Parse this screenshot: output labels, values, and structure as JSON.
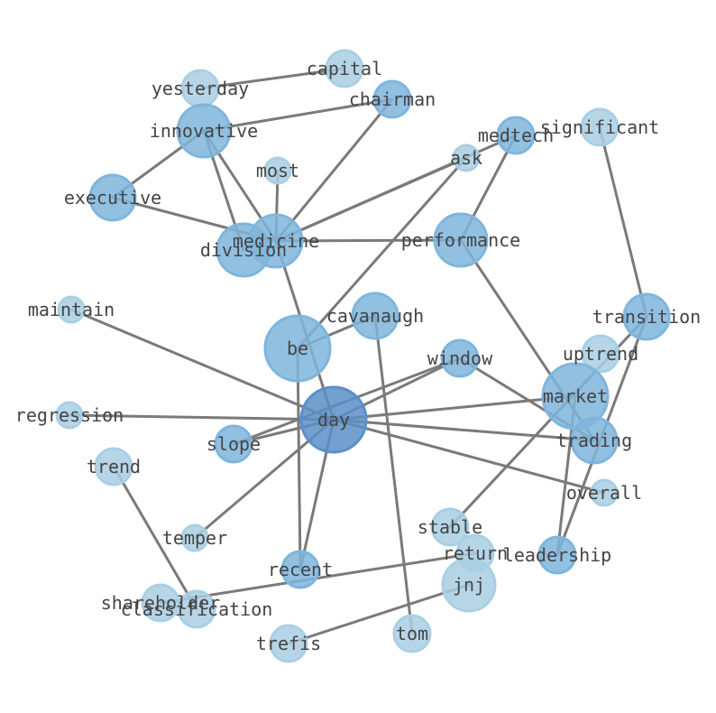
{
  "graph": {
    "palette": {
      "light": "#a9cfe4",
      "mid": "#7fb5dc",
      "dark": "#5b8fc7",
      "edge": "#7a7a7a",
      "label": "#444444"
    },
    "nodes": [
      {
        "id": "capital",
        "label": "capital",
        "tone": "light"
      },
      {
        "id": "yesterday",
        "label": "yesterday",
        "tone": "light"
      },
      {
        "id": "chairman",
        "label": "chairman",
        "tone": "mid"
      },
      {
        "id": "innovative",
        "label": "innovative",
        "tone": "mid"
      },
      {
        "id": "significant",
        "label": "significant",
        "tone": "light"
      },
      {
        "id": "medtech",
        "label": "medtech",
        "tone": "mid"
      },
      {
        "id": "ask",
        "label": "ask",
        "tone": "light"
      },
      {
        "id": "most",
        "label": "most",
        "tone": "light"
      },
      {
        "id": "executive",
        "label": "executive",
        "tone": "mid"
      },
      {
        "id": "medicine",
        "label": "medicine",
        "tone": "mid"
      },
      {
        "id": "division",
        "label": "division",
        "tone": "mid"
      },
      {
        "id": "performance",
        "label": "performance",
        "tone": "mid"
      },
      {
        "id": "maintain",
        "label": "maintain",
        "tone": "light"
      },
      {
        "id": "cavanaugh",
        "label": "cavanaugh",
        "tone": "mid"
      },
      {
        "id": "transition",
        "label": "transition",
        "tone": "mid"
      },
      {
        "id": "be",
        "label": "be",
        "tone": "mid"
      },
      {
        "id": "uptrend",
        "label": "uptrend",
        "tone": "light"
      },
      {
        "id": "window",
        "label": "window",
        "tone": "mid"
      },
      {
        "id": "market",
        "label": "market",
        "tone": "mid"
      },
      {
        "id": "regression",
        "label": "regression",
        "tone": "light"
      },
      {
        "id": "day",
        "label": "day",
        "tone": "dark"
      },
      {
        "id": "slope",
        "label": "slope",
        "tone": "mid"
      },
      {
        "id": "trading",
        "label": "trading",
        "tone": "mid"
      },
      {
        "id": "trend",
        "label": "trend",
        "tone": "light"
      },
      {
        "id": "overall",
        "label": "overall",
        "tone": "light"
      },
      {
        "id": "stable",
        "label": "stable",
        "tone": "light"
      },
      {
        "id": "temper",
        "label": "temper",
        "tone": "light"
      },
      {
        "id": "return",
        "label": "return",
        "tone": "light"
      },
      {
        "id": "leadership",
        "label": "leadership",
        "tone": "mid"
      },
      {
        "id": "recent",
        "label": "recent",
        "tone": "mid"
      },
      {
        "id": "jnj",
        "label": "jnj",
        "tone": "light"
      },
      {
        "id": "shareholder",
        "label": "shareholder",
        "tone": "light"
      },
      {
        "id": "classification",
        "label": "classification",
        "tone": "light"
      },
      {
        "id": "tom",
        "label": "tom",
        "tone": "light"
      },
      {
        "id": "trefis",
        "label": "trefis",
        "tone": "light"
      }
    ],
    "edges": [
      [
        "yesterday",
        "capital"
      ],
      [
        "innovative",
        "chairman"
      ],
      [
        "innovative",
        "executive"
      ],
      [
        "innovative",
        "medicine"
      ],
      [
        "innovative",
        "division"
      ],
      [
        "chairman",
        "medicine"
      ],
      [
        "executive",
        "medicine"
      ],
      [
        "most",
        "medicine"
      ],
      [
        "medicine",
        "ask"
      ],
      [
        "medicine",
        "medtech"
      ],
      [
        "medicine",
        "performance"
      ],
      [
        "medtech",
        "performance"
      ],
      [
        "medicine",
        "day"
      ],
      [
        "ask",
        "be"
      ],
      [
        "be",
        "cavanaugh"
      ],
      [
        "be",
        "recent"
      ],
      [
        "significant",
        "transition"
      ],
      [
        "transition",
        "stable"
      ],
      [
        "transition",
        "leadership"
      ],
      [
        "performance",
        "trading"
      ],
      [
        "window",
        "trading"
      ],
      [
        "window",
        "slope"
      ],
      [
        "window",
        "day"
      ],
      [
        "maintain",
        "day"
      ],
      [
        "regression",
        "day"
      ],
      [
        "day",
        "slope"
      ],
      [
        "day",
        "trading"
      ],
      [
        "day",
        "market"
      ],
      [
        "day",
        "overall"
      ],
      [
        "day",
        "temper"
      ],
      [
        "day",
        "recent"
      ],
      [
        "market",
        "leadership"
      ],
      [
        "cavanaugh",
        "tom"
      ],
      [
        "trend",
        "classification"
      ],
      [
        "shareholder",
        "return"
      ],
      [
        "jnj",
        "trefis"
      ]
    ]
  }
}
